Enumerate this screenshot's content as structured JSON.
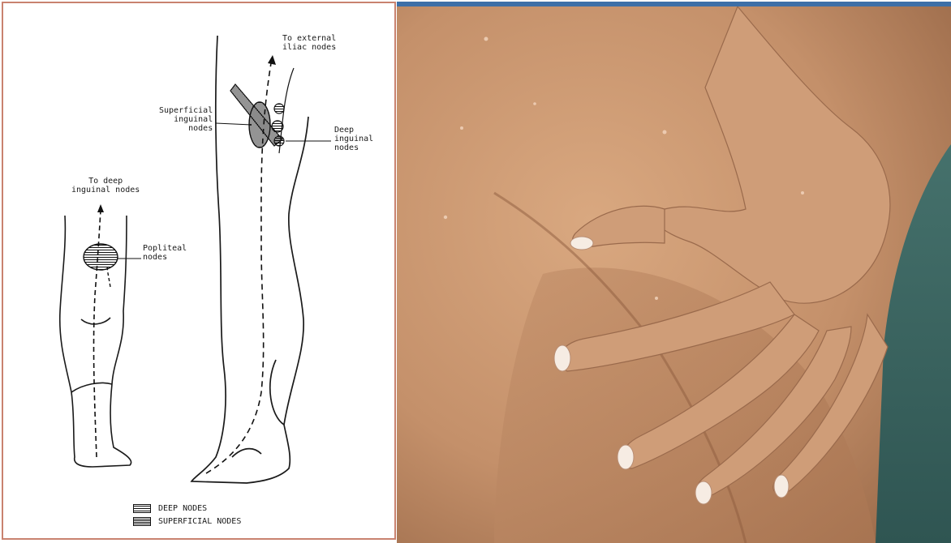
{
  "diagram": {
    "labels": {
      "external_iliac": "To external\niliac nodes",
      "superficial_inguinal": "Superficial\ninguinal\nnodes",
      "deep_inguinal": "Deep\ninguinal\nnodes",
      "to_deep_inguinal": "To deep\ninguinal nodes",
      "popliteal": "Popliteal\nnodes"
    },
    "legend": [
      {
        "label": "DEEP NODES",
        "pattern": "horizontal-lines"
      },
      {
        "label": "SUPERFICIAL NODES",
        "pattern": "horizontal-lines-dense"
      }
    ]
  },
  "photo": {
    "subject": "hand-pressing-groin-icon"
  },
  "colors": {
    "panel_border": "#c9826f",
    "skin": "#c99370",
    "photo_top_bar": "#3d6fa7",
    "background_teal": "#3f6a66"
  }
}
